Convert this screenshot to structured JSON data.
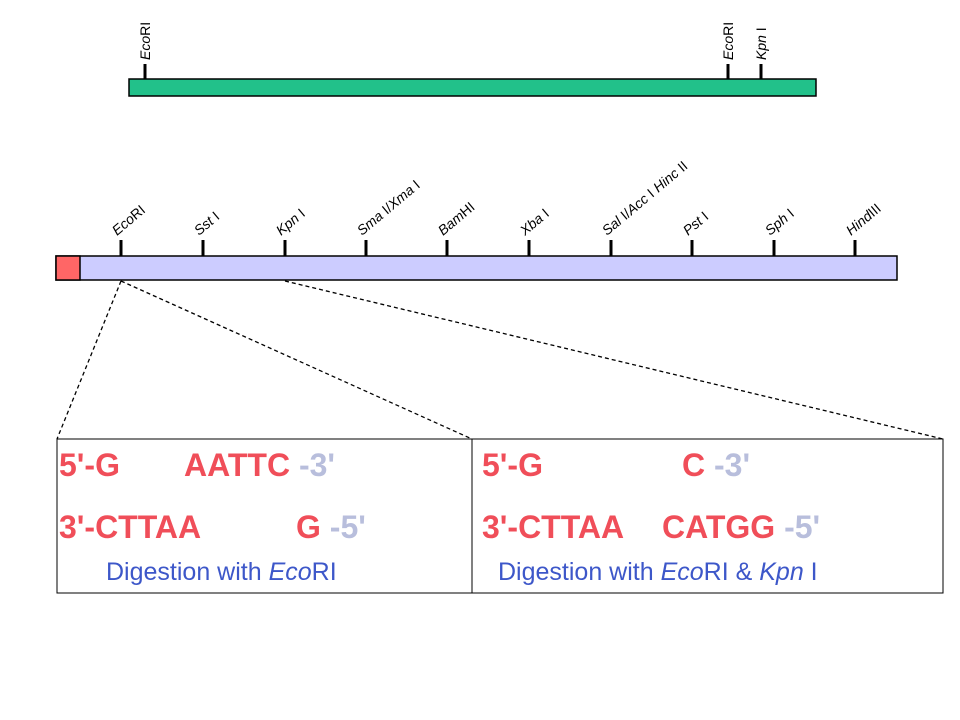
{
  "colors": {
    "insert_bar": "#22c18a",
    "vector_bar": "#ccccff",
    "vector_end": "#ff6666",
    "red_text": "#f04e59",
    "blue_text": "#2b3399",
    "grey_text": "#b8bedc",
    "caption_text": "#3d57c9"
  },
  "insert": {
    "sites": [
      {
        "parts": [
          {
            "t": "Eco",
            "i": true
          },
          {
            "t": "RI",
            "i": false
          }
        ]
      },
      {
        "parts": [
          {
            "t": "Eco",
            "i": true
          },
          {
            "t": "RI",
            "i": false
          }
        ]
      },
      {
        "parts": [
          {
            "t": "Kpn",
            "i": true
          },
          {
            "t": " I",
            "i": false
          }
        ]
      }
    ]
  },
  "vector": {
    "sites": [
      {
        "parts": [
          {
            "t": "Eco",
            "i": true
          },
          {
            "t": "RI",
            "i": false
          }
        ]
      },
      {
        "parts": [
          {
            "t": "Sst",
            "i": true
          },
          {
            "t": " I",
            "i": false
          }
        ]
      },
      {
        "parts": [
          {
            "t": "Kpn",
            "i": true
          },
          {
            "t": " I",
            "i": false
          }
        ]
      },
      {
        "parts": [
          {
            "t": "Sma",
            "i": true
          },
          {
            "t": " I/",
            "i": false
          },
          {
            "t": "Xma",
            "i": true
          },
          {
            "t": " I",
            "i": false
          }
        ]
      },
      {
        "parts": [
          {
            "t": "Bam",
            "i": true
          },
          {
            "t": "HI",
            "i": false
          }
        ]
      },
      {
        "parts": [
          {
            "t": "Xba",
            "i": true
          },
          {
            "t": " I",
            "i": false
          }
        ]
      },
      {
        "parts": [
          {
            "t": "Sal",
            "i": true
          },
          {
            "t": " I/",
            "i": false
          },
          {
            "t": "Acc",
            "i": true
          },
          {
            "t": " I ",
            "i": false
          },
          {
            "t": "Hinc",
            "i": true
          },
          {
            "t": " II",
            "i": false
          }
        ]
      },
      {
        "parts": [
          {
            "t": "Pst",
            "i": true
          },
          {
            "t": " I",
            "i": false
          }
        ]
      },
      {
        "parts": [
          {
            "t": "Sph",
            "i": true
          },
          {
            "t": " I",
            "i": false
          }
        ]
      },
      {
        "parts": [
          {
            "t": "Hind",
            "i": true
          },
          {
            "t": "III",
            "i": false
          }
        ]
      }
    ]
  },
  "panels": [
    {
      "line1": [
        {
          "t": "5'-G",
          "c": "red"
        },
        {
          "t": "AATTC",
          "c": "red"
        },
        {
          "t": "-3'",
          "c": "grey"
        }
      ],
      "line2": [
        {
          "t": "3'-CTTAA",
          "c": "red"
        },
        {
          "t": "G",
          "c": "red"
        },
        {
          "t": "-5'",
          "c": "grey"
        }
      ],
      "caption": [
        {
          "t": "Digestion with ",
          "i": false
        },
        {
          "t": "Eco",
          "i": true
        },
        {
          "t": "RI",
          "i": false
        }
      ]
    },
    {
      "line1": [
        {
          "t": "5'-G",
          "c": "red"
        },
        {
          "t": "C",
          "c": "red"
        },
        {
          "t": "-3'",
          "c": "grey"
        }
      ],
      "line2": [
        {
          "t": "3'-CTTAA",
          "c": "red"
        },
        {
          "t": "CATGG",
          "c": "red"
        },
        {
          "t": "-5'",
          "c": "grey"
        }
      ],
      "caption": [
        {
          "t": "Digestion with ",
          "i": false
        },
        {
          "t": "Eco",
          "i": true
        },
        {
          "t": "RI & ",
          "i": false
        },
        {
          "t": "Kpn",
          "i": true
        },
        {
          "t": " I",
          "i": false
        }
      ]
    }
  ]
}
